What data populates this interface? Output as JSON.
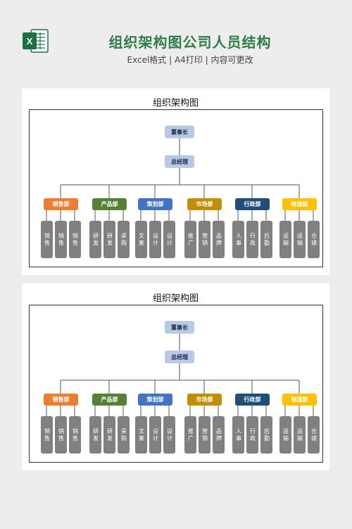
{
  "header": {
    "title": "组织架构图公司人员结构",
    "subtitle": "Excel格式 | A4打印 | 内容可更改",
    "icon_letter": "X",
    "icon": "excel-icon",
    "title_color": "#2e7d4a"
  },
  "sheets": [
    {
      "title": "组织架构图"
    },
    {
      "title": "组织架构图"
    }
  ],
  "org": {
    "chairman": "董事长",
    "general_manager": "总经理",
    "departments": [
      {
        "name": "销售部",
        "color": "#ed7d31",
        "staff": [
          "销售",
          "销售",
          "销售"
        ]
      },
      {
        "name": "产品部",
        "color": "#548235",
        "staff": [
          "研发",
          "研发",
          "采购"
        ]
      },
      {
        "name": "策划部",
        "color": "#4472c4",
        "staff": [
          "文案",
          "设计",
          "设计"
        ]
      },
      {
        "name": "市场部",
        "color": "#bf8f00",
        "staff": [
          "推广",
          "营销",
          "品牌"
        ]
      },
      {
        "name": "行政部",
        "color": "#1f4e79",
        "staff": [
          "人事",
          "行政",
          "后勤"
        ]
      },
      {
        "name": "物流部",
        "color": "#ffc000",
        "staff": [
          "运输",
          "运输",
          "仓储"
        ]
      }
    ]
  }
}
